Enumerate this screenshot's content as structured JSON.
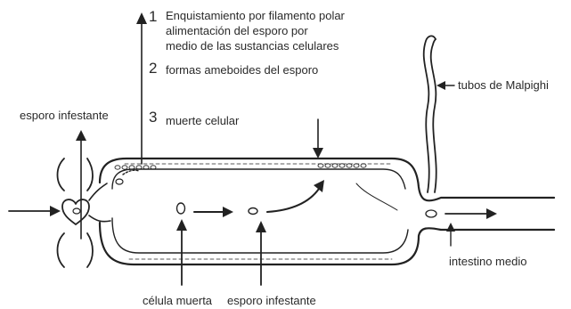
{
  "labels": {
    "step1_number": "1",
    "step1_line1": "Enquistamiento por filamento polar",
    "step1_line2": "alimentación del esporo por",
    "step1_line3": "medio de las sustancias celulares",
    "step2_number": "2",
    "step2_text": "formas ameboides del esporo",
    "step3_number": "3",
    "step3_text": "muerte celular",
    "esporo_infestante_left": "esporo infestante",
    "tubos_malpighi": "tubos de Malpighi",
    "intestino_medio": "intestino medio",
    "celula_muerta": "célula muerta",
    "esporo_infestante_bottom": "esporo infestante"
  }
}
